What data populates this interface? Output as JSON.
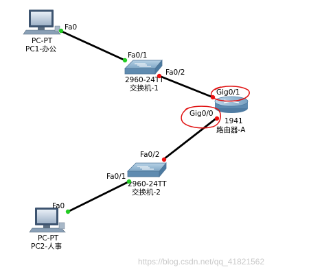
{
  "devices": {
    "pc1": {
      "model": "PC-PT",
      "name": "PC1-办公"
    },
    "switch1": {
      "model": "2960-24TT",
      "name": "交换机-1"
    },
    "router": {
      "model": "1941",
      "name": "路由器-A"
    },
    "switch2": {
      "model": "2960-24TT",
      "name": "交换机-2"
    },
    "pc2": {
      "model": "PC-PT",
      "name": "PC2-人事"
    }
  },
  "interfaces": {
    "pc1_fa0": "Fa0",
    "sw1_fa01": "Fa0/1",
    "sw1_fa02": "Fa0/2",
    "router_gig01": "Gig0/1",
    "router_gig00": "Gig0/0",
    "sw2_fa02": "Fa0/2",
    "sw2_fa01": "Fa0/1",
    "pc2_fa0": "Fa0"
  },
  "colors": {
    "link": "#000000",
    "port_up": "#22cc22",
    "port_down": "#ee1111",
    "annotation": "#e01010",
    "device_blue": "#5a8ab0"
  },
  "icons": {
    "pc": "pc-icon",
    "switch": "switch-icon",
    "router": "router-icon"
  },
  "watermark": "https://blog.csdn.net/qq_41821562"
}
